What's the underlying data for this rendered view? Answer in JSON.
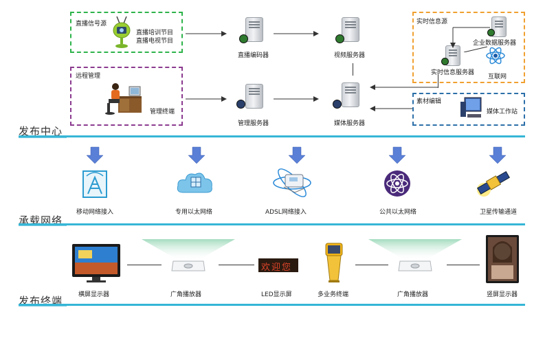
{
  "sections": {
    "publish_center": "发布中心",
    "carrier_network": "承载网络",
    "publish_terminal": "发布终端"
  },
  "top": {
    "broadcast_source": {
      "title": "直播信号源",
      "item1": "直播培训节目",
      "item2": "直播电视节目"
    },
    "remote_mgmt": {
      "title": "远程管理",
      "terminal": "管理终端"
    },
    "live_encoder": "直播编码器",
    "video_server": "视频服务器",
    "mgmt_server": "管理服务器",
    "media_server": "媒体服务器",
    "realtime_source": {
      "title": "实时信息源",
      "enterprise_db": "企业数据服务器",
      "realtime_server": "实时信息服务器",
      "internet": "互联网"
    },
    "material_edit": {
      "title": "素材编辑",
      "workstation": "媒体工作站"
    }
  },
  "network": [
    {
      "label": "移动网络接入",
      "icon": "mobile-network-icon"
    },
    {
      "label": "专用以太网络",
      "icon": "ethernet-cloud-icon"
    },
    {
      "label": "ADSL网络接入",
      "icon": "adsl-modem-icon"
    },
    {
      "label": "公共以太网络",
      "icon": "public-network-atom-icon"
    },
    {
      "label": "卫星传输通道",
      "icon": "satellite-icon"
    }
  ],
  "terminals": [
    {
      "label": "横屏显示器"
    },
    {
      "label": "广角播放器"
    },
    {
      "label": "LED显示屏",
      "led_text": "欢迎您"
    },
    {
      "label": "多业务终端"
    },
    {
      "label": "广角播放器"
    },
    {
      "label": "竖屏显示器"
    }
  ],
  "colors": {
    "accent_line": "#35b6d6",
    "green_box": "#2db34a",
    "purple_box": "#8b3a8f",
    "orange_box": "#f0a030",
    "blue_box": "#2b6fa8",
    "down_arrow": "#5a7fd6"
  }
}
